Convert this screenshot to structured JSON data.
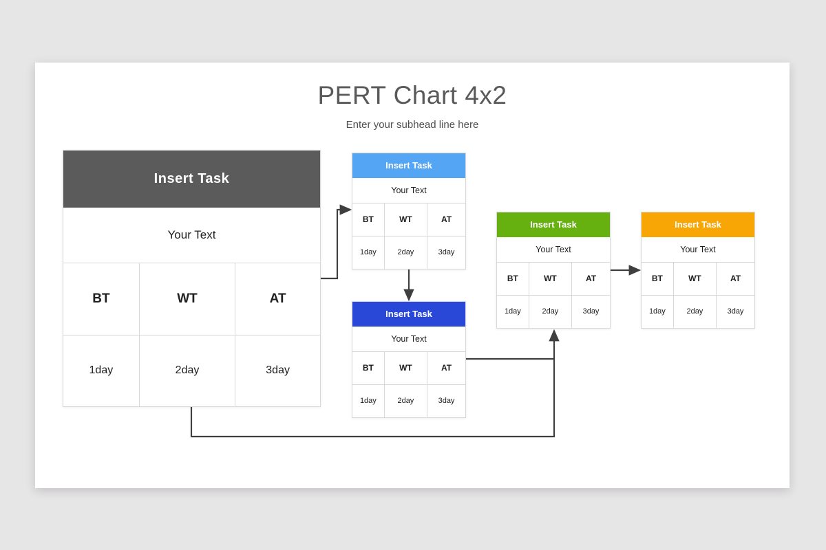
{
  "slide": {
    "title": "PERT Chart 4x2",
    "subtitle": "Enter your subhead line here"
  },
  "colors": {
    "canvas_bg": "#E7E6E7",
    "slide_bg": "#FFFFFF",
    "connector": "#3F3F3F",
    "cell_border": "#D8D8D8",
    "title_text": "#595959",
    "task_gray": "#5B5B5B",
    "task_light_blue": "#54A5F3",
    "task_royal_blue": "#2A48D8",
    "task_green": "#66B00F",
    "task_orange": "#F8A506"
  },
  "cards": [
    {
      "id": "task-1",
      "header": "Insert Task",
      "header_color": "#5B5B5B",
      "body": "Your Text",
      "cols": [
        "BT",
        "WT",
        "AT"
      ],
      "days": [
        "1day",
        "2day",
        "3day"
      ]
    },
    {
      "id": "task-2",
      "header": "Insert Task",
      "header_color": "#54A5F3",
      "body": "Your Text",
      "cols": [
        "BT",
        "WT",
        "AT"
      ],
      "days": [
        "1day",
        "2day",
        "3day"
      ]
    },
    {
      "id": "task-3",
      "header": "Insert Task",
      "header_color": "#2A48D8",
      "body": "Your Text",
      "cols": [
        "BT",
        "WT",
        "AT"
      ],
      "days": [
        "1day",
        "2day",
        "3day"
      ]
    },
    {
      "id": "task-4",
      "header": "Insert Task",
      "header_color": "#66B00F",
      "body": "Your Text",
      "cols": [
        "BT",
        "WT",
        "AT"
      ],
      "days": [
        "1day",
        "2day",
        "3day"
      ]
    },
    {
      "id": "task-5",
      "header": "Insert Task",
      "header_color": "#F8A506",
      "body": "Your Text",
      "cols": [
        "BT",
        "WT",
        "AT"
      ],
      "days": [
        "1day",
        "2day",
        "3day"
      ]
    }
  ],
  "connections": [
    {
      "from": "task-1",
      "to": "task-2"
    },
    {
      "from": "task-2",
      "to": "task-3"
    },
    {
      "from": "task-3",
      "to": "task-4"
    },
    {
      "from": "task-1",
      "to": "task-4"
    },
    {
      "from": "task-4",
      "to": "task-5"
    }
  ]
}
